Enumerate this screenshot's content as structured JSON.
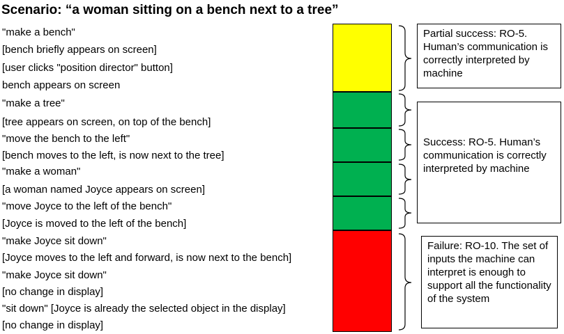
{
  "title": "Scenario: “a woman sitting on a bench next to a tree”",
  "lines": [
    "\"make a bench\"",
    "[bench briefly appears on screen]",
    "[user clicks \"position director\" button]",
    "bench appears on screen",
    "\"make a tree\"",
    "[tree appears on screen, on top of the bench]",
    "\"move the bench to the left\"",
    "[bench moves to the left, is now next to the tree]",
    "\"make a woman\"",
    "[a woman named Joyce appears on screen]",
    "\"move Joyce to the left of the bench\"",
    "[Joyce is moved to the left of the bench]",
    "\"make Joyce sit down\"",
    "[Joyce moves to the left and forward, is now next to the bench]",
    "\"make Joyce sit down\"",
    "[no change in display]",
    "\"sit down\" [Joyce is already the selected object in the display]",
    "[no change in display]"
  ],
  "colors": {
    "partial": "#FFFF00",
    "success": "#00B050",
    "failure": "#FF0000"
  },
  "boxes": {
    "partial": "Partial success: RO-5. Human’s communication is correctly interpreted by machine",
    "success": "Success: RO-5. Human’s communication is correctly interpreted by machine",
    "failure": "Failure: RO-10. The set of inputs the machine can interpret is enough to support all the functionality of the system"
  }
}
